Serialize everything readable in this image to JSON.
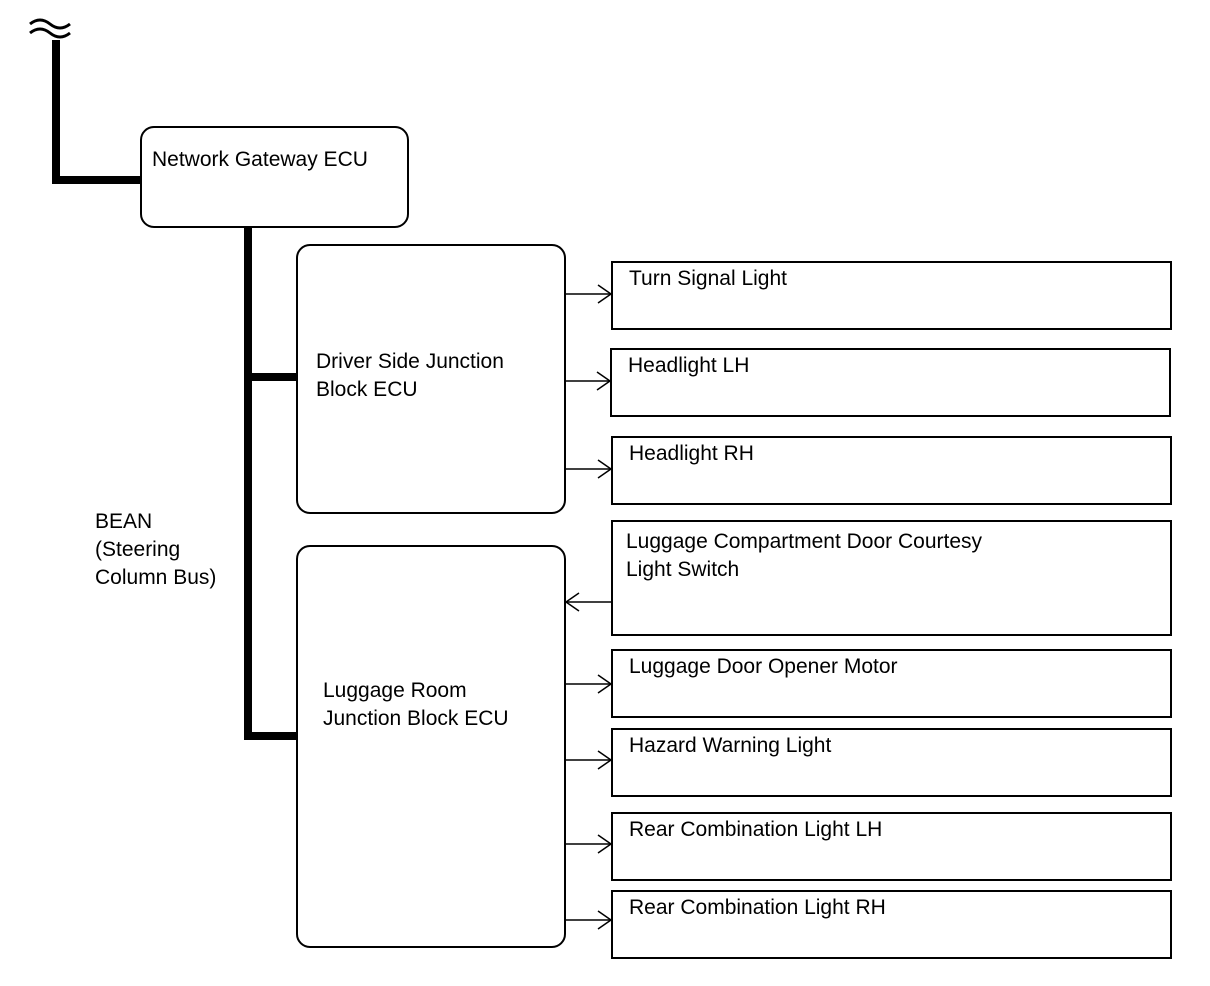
{
  "ecus": {
    "gateway": "Network Gateway ECU",
    "driver_jb": "Driver Side Junction\nBlock ECU",
    "luggage_jb": "Luggage Room\nJunction Block ECU"
  },
  "bus_label": "BEAN\n(Steering\nColumn Bus)",
  "components": [
    {
      "label": "Turn Signal Light",
      "direction": "output"
    },
    {
      "label": "Headlight LH",
      "direction": "output"
    },
    {
      "label": "Headlight RH",
      "direction": "output"
    },
    {
      "label": "Luggage Compartment Door Courtesy\nLight Switch",
      "direction": "input"
    },
    {
      "label": "Luggage Door Opener Motor",
      "direction": "output"
    },
    {
      "label": "Hazard Warning Light",
      "direction": "output"
    },
    {
      "label": "Rear Combination Light LH",
      "direction": "output"
    },
    {
      "label": "Rear Combination Light RH",
      "direction": "output"
    }
  ]
}
